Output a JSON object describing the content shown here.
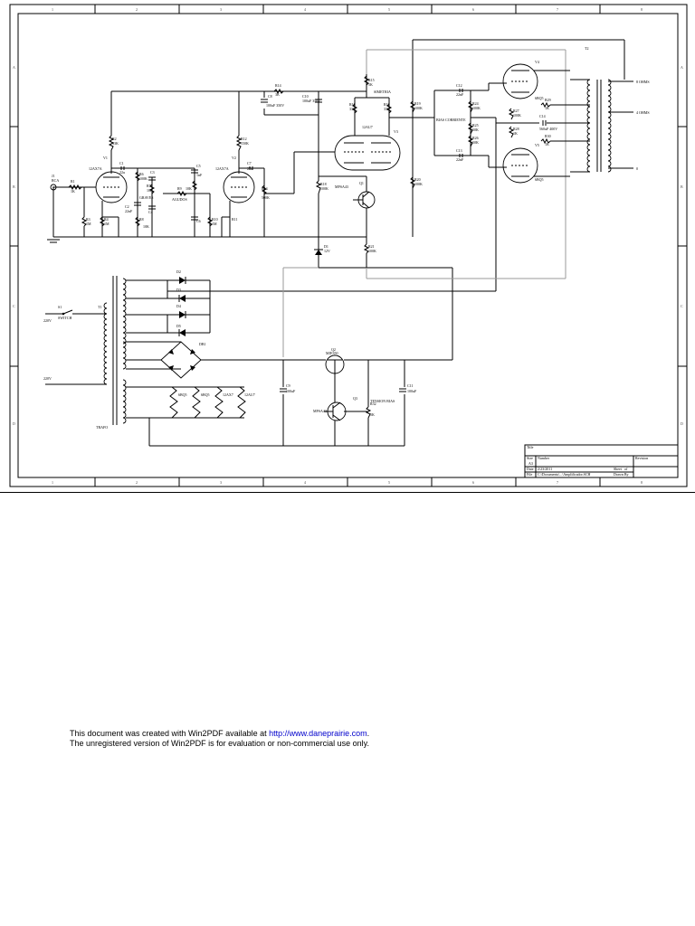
{
  "schematic": {
    "zones_top": [
      "1",
      "2",
      "3",
      "4",
      "5",
      "6",
      "7",
      "8"
    ],
    "zones_side": [
      "A",
      "B",
      "C",
      "D"
    ],
    "labels": {
      "j1": "J1",
      "j1_type": "RCA",
      "r1": "R1",
      "r1_val": "1K",
      "v1": "V1",
      "v1_type": "12AX7A",
      "r2": "R2",
      "r2_val": "33K",
      "r3": "R3",
      "r3_val": "1M",
      "r4": "R4",
      "r4_val": "1M",
      "r5": "R5",
      "r5_val": "47K",
      "c1": "C1",
      "c1_val": "22u",
      "r6": "R6",
      "r6_val": "100K",
      "c3": "C3",
      "r7": "R7",
      "r7_val": "10K",
      "c2": "C2",
      "c2_val": "22nF",
      "c4": "C4",
      "r8": "R8",
      "r8_val": "10K",
      "graves": "GRAVES",
      "c5": "C5",
      "c5_val": "1nF",
      "r9": "R9",
      "r9_val": "10K",
      "agudos": "AGUDOS",
      "c6": "C6",
      "r10": "R10",
      "r10_val": "1M",
      "r11": "R11",
      "v2": "V2",
      "v2_type": "12AX7A",
      "r12": "R12",
      "r12_val": "150K",
      "c7": "C7",
      "c7_val": "27n",
      "r13": "R13",
      "r13_val": "500K",
      "r14": "R14",
      "r14_val": "3K",
      "c8": "C8",
      "c8_val": "100uF 350V",
      "c10": "C10",
      "c10_val": "100uF 350V",
      "r15": "R15",
      "r15_val": "5K",
      "simetria": "SIMETRIA",
      "r16": "R16",
      "r16_val": "33K",
      "r17": "R17",
      "r17_val": "33K",
      "v3": "V3",
      "v3_type": "12AU7",
      "r18": "R18",
      "r18_val": "100K",
      "r19": "R19",
      "r19_val": "100K",
      "q1": "Q1",
      "q1_type": "MPSA43",
      "r20": "R20",
      "r20_val": "100K",
      "r21": "R21",
      "r21_val": "100K",
      "d1": "D1",
      "d1_val": "12V",
      "r22": "R22",
      "r22_val": "100K",
      "c12": "C12",
      "c12_val": "22nF",
      "bias": "BIAS CORRIENTE",
      "r24": "R24",
      "r24_val": "100K",
      "r25": "R25",
      "r25_val": "50K",
      "r26": "R26",
      "r26_val": "50K",
      "r27": "R27",
      "r27_val": "100K",
      "c13": "C13",
      "c13_val": "22nF",
      "v4": "V4",
      "v4_type": "6BQ5",
      "v5": "V5",
      "v5_type": "6BQ5",
      "r28": "R28",
      "r28_val": "1K",
      "r29": "R29",
      "r29_val": "1K",
      "r30": "R30",
      "r30_val": "1K",
      "r31": "R31",
      "r31_val": "1K",
      "c14": "C14",
      "c14_val": "560uF 400V",
      "t2": "T2",
      "out8": "8 OHMS",
      "out4": "4 OHMS",
      "out0": "0",
      "s1": "S1",
      "s1_val": "SWITCH",
      "v220a": "220V",
      "v220b": "220V",
      "t1": "T1",
      "t1_type": "TRAFO",
      "d2": "D2",
      "d3": "D3",
      "d4": "D4",
      "d5": "D5",
      "db1": "DB1",
      "v6a": "6BQ5",
      "v6b": "6BQ5",
      "v6c": "12AX7",
      "v6d": "12AU7",
      "c9": "C9",
      "c9_val": "100uF",
      "q2": "Q2",
      "q2_type": "MJE350",
      "q3": "Q3",
      "q3_type": "MPSA43",
      "r32": "R32",
      "r32_val": "5K",
      "tension_bias": "TENSION BIAS",
      "c11": "C11",
      "c11_val": "100uF"
    },
    "title_block": {
      "title_label": "Title",
      "size_label": "Size",
      "size_val": "A3",
      "number_label": "Number",
      "revision_label": "Revision",
      "date_label": "Date",
      "date_val": "2/23/2011",
      "sheet_label": "Sheet",
      "sheet_val": "of",
      "file_label": "File",
      "file_val": "C:\\Documents\\...\\Amplificador.SCH",
      "drawn_label": "Drawn By"
    }
  },
  "footer": {
    "line1_pre": "This document was created with Win2PDF available at ",
    "line1_link": "http://www.daneprairie.com",
    "line1_post": ".",
    "line2": "The unregistered version of Win2PDF is for evaluation or non-commercial use only."
  }
}
